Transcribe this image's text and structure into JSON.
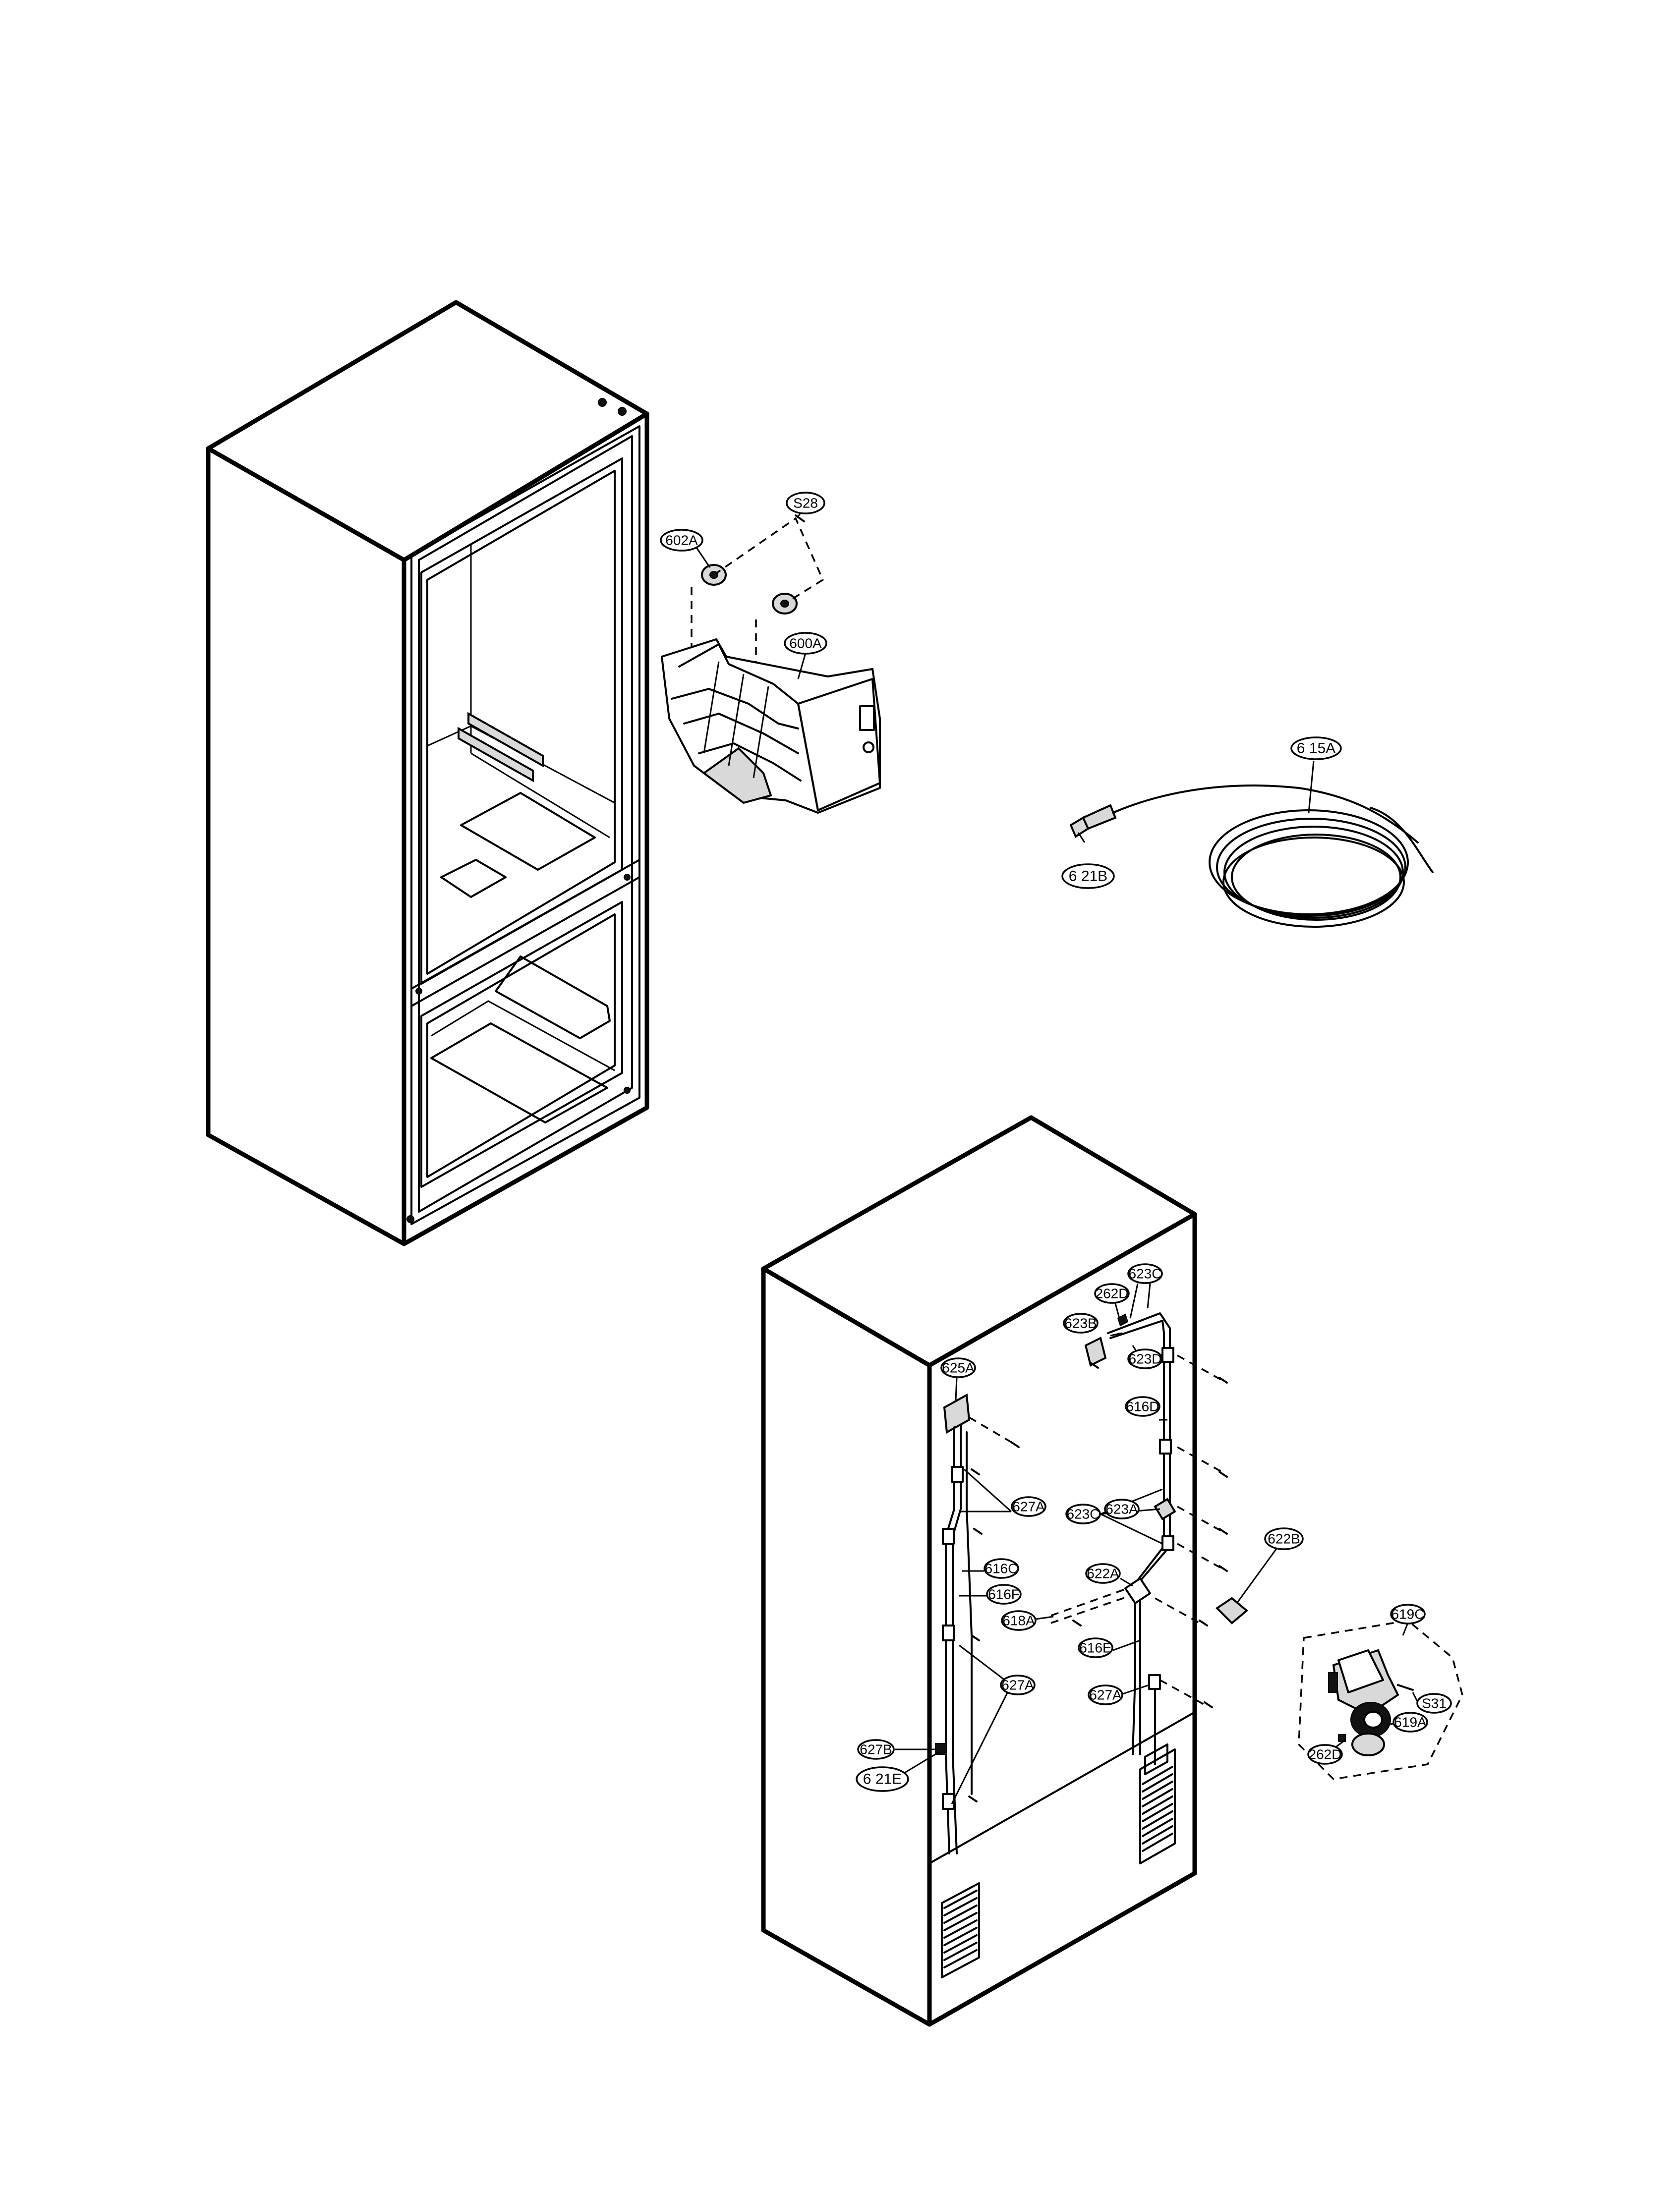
{
  "diagram": {
    "labels": {
      "s28": "S28",
      "p602a": "602A",
      "p600a": "600A",
      "p615a": "6 15A",
      "p621b": "6 21B",
      "p623c_top": "623C",
      "p262d_top": "262D",
      "p623b": "623B",
      "p623d": "623D",
      "p625a": "625A",
      "p616d": "616D",
      "p627a_upper": "627A",
      "p623c_mid": "623C",
      "p623a": "623A",
      "p622b": "622B",
      "p616c": "616C",
      "p622a": "622A",
      "p616f": "616F",
      "p618a": "618A",
      "p619c": "619C",
      "p616e": "616E",
      "p627a_lower": "627A",
      "p627a_right": "627A",
      "s31": "S31",
      "p619a": "619A",
      "p627b": "627B",
      "p262d_bottom": "262D",
      "p621e": "6 21E"
    }
  }
}
